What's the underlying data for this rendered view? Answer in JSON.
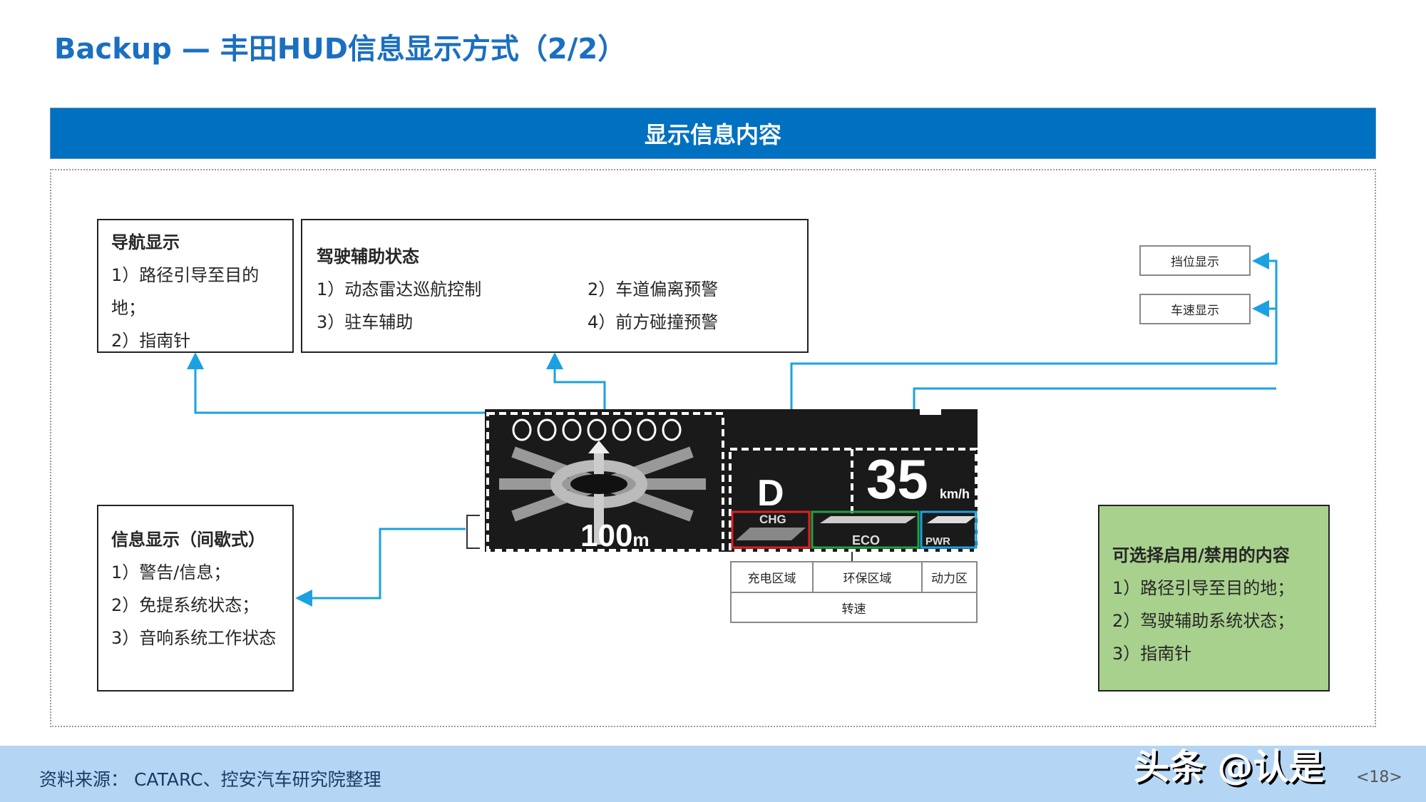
{
  "title": "Backup — 丰田HUD信息显示方式（2/2）",
  "header_bar": "显示信息内容",
  "nav_box": {
    "heading": "导航显示",
    "items": [
      "1）路径引导至目的地；",
      "2）指南针"
    ]
  },
  "assist_box": {
    "heading": "驾驶辅助状态",
    "items": [
      "1）动态雷达巡航控制",
      "2）车道偏离预警",
      "3）驻车辅助",
      "4）前方碰撞预警"
    ]
  },
  "info_box": {
    "heading": "信息显示（间歇式）",
    "items": [
      "1）警告/信息；",
      "2）免提系统状态；",
      "3）音响系统工作状态"
    ]
  },
  "optional_box": {
    "heading": "可选择启用/禁用的内容",
    "items": [
      "1）路径引导至目的地；",
      "2）驾驶辅助系统状态；",
      "3）指南针"
    ],
    "color": "#a9d18e"
  },
  "labels": {
    "gear": "挡位显示",
    "speed": "车速显示"
  },
  "hud": {
    "distance": "100",
    "distance_unit": "m",
    "gear": "D",
    "speed": "35",
    "speed_unit": "km/h",
    "chg": "CHG",
    "eco": "ECO",
    "pwr": "PWR"
  },
  "hud_table": {
    "row1": [
      "充电区域",
      "环保区域",
      "动力区"
    ],
    "row2": "转速"
  },
  "footer": {
    "source": "资料来源： CATARC、控安汽车研究院整理",
    "watermark": "头条 @认是",
    "page": "<18>"
  },
  "colors": {
    "accent": "#0070c0",
    "connector": "#1ba1e2",
    "chg": "#e02020",
    "eco": "#20a040",
    "pwr": "#1ba1e2"
  }
}
